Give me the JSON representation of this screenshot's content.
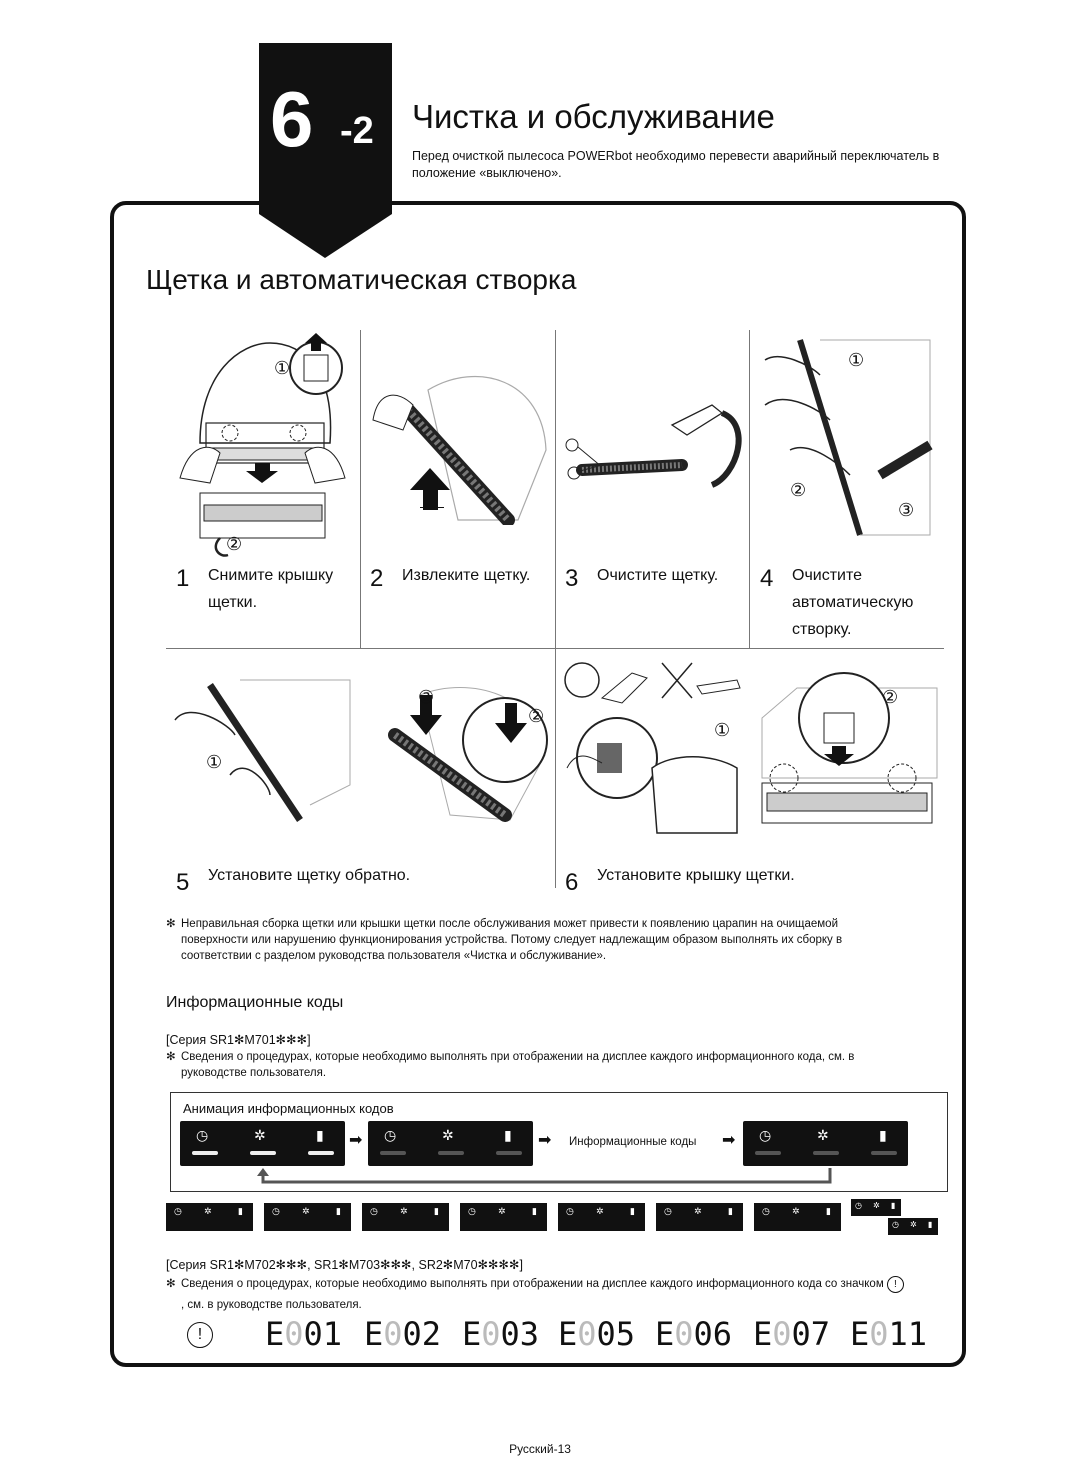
{
  "header": {
    "chapter_number": "6",
    "chapter_sub": "-2",
    "title": "Чистка и обслуживание",
    "intro": "Перед очисткой пылесоса POWERbot необходимо перевести аварийный переключатель в положение «выключено»."
  },
  "section": {
    "title": "Щетка и автоматическая створка"
  },
  "steps": [
    {
      "num": "1",
      "text": "Снимите крышку щетки."
    },
    {
      "num": "2",
      "text": "Извлеките щетку."
    },
    {
      "num": "3",
      "text": "Очистите щетку."
    },
    {
      "num": "4",
      "text": "Очистите автоматическую створку."
    },
    {
      "num": "5",
      "text": "Установите щетку обратно."
    },
    {
      "num": "6",
      "text": "Установите крышку щетки."
    }
  ],
  "callouts": {
    "one": "①",
    "two": "②",
    "three": "③"
  },
  "warning_note": {
    "mark": "✻",
    "text": "Неправильная сборка щетки или крышки щетки после обслуживания может привести к появлению царапин на очищаемой поверхности или нарушению функционирования устройства. Потому следует надлежащим образом выполнять их сборку в соответствии с разделом руководства пользователя «Чистка и обслуживание»."
  },
  "info_codes": {
    "title": "Информационные коды",
    "series1": {
      "label": "[Серия SR1✻M701✻✻✻]",
      "note": "Сведения о процедурах, которые необходимо выполнять при отображении на дисплее каждого информационного кода, см. в руководстве пользователя."
    },
    "animation": {
      "title": "Анимация информационных кодов",
      "label": "Информационные коды",
      "icons": [
        "clock-icon",
        "fan-icon",
        "battery-icon"
      ]
    },
    "series2": {
      "label": "[Серия SR1✻M702✻✻✻, SR1✻M703✻✻✻, SR2✻M70✻✻✻✻]",
      "note": "Сведения о процедурах, которые необходимо выполнять при отображении на дисплее каждого информационного кода со значком",
      "note_end": ", см. в руководстве пользователя."
    },
    "codes": [
      {
        "prefix": "E",
        "dim": "0",
        "value": "01"
      },
      {
        "prefix": "E",
        "dim": "0",
        "value": "02"
      },
      {
        "prefix": "E",
        "dim": "0",
        "value": "03"
      },
      {
        "prefix": "E",
        "dim": "0",
        "value": "05"
      },
      {
        "prefix": "E",
        "dim": "0",
        "value": "06"
      },
      {
        "prefix": "E",
        "dim": "0",
        "value": "07"
      },
      {
        "prefix": "E",
        "dim": "0",
        "value": "11"
      }
    ],
    "excl_symbol": "!"
  },
  "footer": {
    "page": "Русский-13"
  },
  "colors": {
    "ink": "#111111",
    "panel": "#111111",
    "dim": "#bbbbbb"
  }
}
